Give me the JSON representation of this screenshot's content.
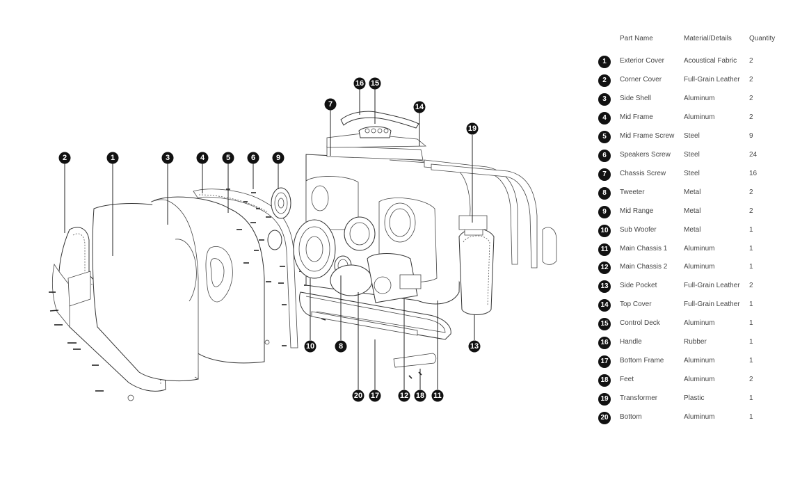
{
  "table": {
    "headers": {
      "name": "Part Name",
      "material": "Material/Details",
      "quantity": "Quantity"
    },
    "rows": [
      {
        "num": "1",
        "name": "Exterior Cover",
        "material": "Acoustical Fabric",
        "quantity": "2"
      },
      {
        "num": "2",
        "name": "Corner Cover",
        "material": "Full-Grain Leather",
        "quantity": "2"
      },
      {
        "num": "3",
        "name": "Side Shell",
        "material": "Aluminum",
        "quantity": "2"
      },
      {
        "num": "4",
        "name": "Mid Frame",
        "material": "Aluminum",
        "quantity": "2"
      },
      {
        "num": "5",
        "name": "Mid Frame Screw",
        "material": "Steel",
        "quantity": "9"
      },
      {
        "num": "6",
        "name": "Speakers Screw",
        "material": "Steel",
        "quantity": "24"
      },
      {
        "num": "7",
        "name": "Chassis Screw",
        "material": "Steel",
        "quantity": "16"
      },
      {
        "num": "8",
        "name": "Tweeter",
        "material": "Metal",
        "quantity": "2"
      },
      {
        "num": "9",
        "name": "Mid Range",
        "material": "Metal",
        "quantity": "2"
      },
      {
        "num": "10",
        "name": "Sub Woofer",
        "material": "Metal",
        "quantity": "1"
      },
      {
        "num": "11",
        "name": "Main Chassis 1",
        "material": "Aluminum",
        "quantity": "1"
      },
      {
        "num": "12",
        "name": "Main Chassis 2",
        "material": "Aluminum",
        "quantity": "1"
      },
      {
        "num": "13",
        "name": "Side Pocket",
        "material": "Full-Grain Leather",
        "quantity": "2"
      },
      {
        "num": "14",
        "name": "Top Cover",
        "material": "Full-Grain Leather",
        "quantity": "1"
      },
      {
        "num": "15",
        "name": "Control Deck",
        "material": "Aluminum",
        "quantity": "1"
      },
      {
        "num": "16",
        "name": "Handle",
        "material": "Rubber",
        "quantity": "1"
      },
      {
        "num": "17",
        "name": "Bottom Frame",
        "material": "Aluminum",
        "quantity": "1"
      },
      {
        "num": "18",
        "name": "Feet",
        "material": "Aluminum",
        "quantity": "2"
      },
      {
        "num": "19",
        "name": "Transformer",
        "material": "Plastic",
        "quantity": "1"
      },
      {
        "num": "20",
        "name": "Bottom",
        "material": "Aluminum",
        "quantity": "1"
      }
    ]
  },
  "callouts": {
    "c1": "1",
    "c2": "2",
    "c3": "3",
    "c4": "4",
    "c5": "5",
    "c6": "6",
    "c7": "7",
    "c8": "8",
    "c9": "9",
    "c10": "10",
    "c11": "11",
    "c12": "12",
    "c13": "13",
    "c14": "14",
    "c15": "15",
    "c16": "16",
    "c17": "17",
    "c18": "18",
    "c19": "19",
    "c20": "20"
  }
}
